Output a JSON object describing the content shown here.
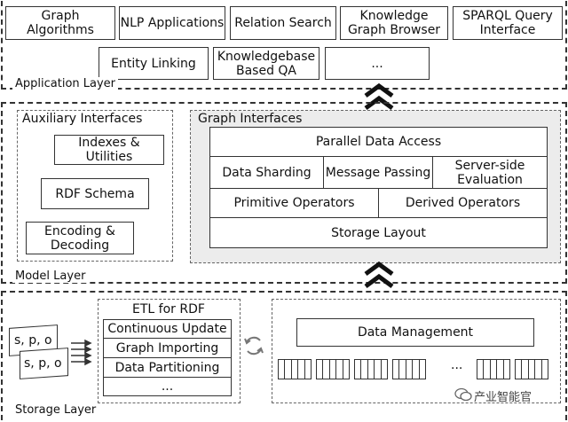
{
  "application_layer": {
    "label": "Application Layer",
    "row1": [
      "Graph Algorithms",
      "NLP Applications",
      "Relation Search",
      "Knowledge Graph Browser",
      "SPARQL Query Interface"
    ],
    "row2": [
      "Entity Linking",
      "Knowledgebase Based QA",
      "..."
    ]
  },
  "model_layer": {
    "label": "Model Layer",
    "auxiliary": {
      "title": "Auxiliary Interfaces",
      "items": [
        "Indexes & Utilities",
        "RDF Schema",
        "Encoding & Decoding"
      ]
    },
    "graph": {
      "title": "Graph Interfaces",
      "parallel": "Parallel Data Access",
      "data_sharding": "Data Sharding",
      "message_passing": "Message Passing",
      "server_side": "Server-side Evaluation",
      "primitive": "Primitive Operators",
      "derived": "Derived Operators",
      "storage_layout": "Storage Layout"
    }
  },
  "storage_layer": {
    "label": "Storage Layer",
    "triples": [
      "s, p, o",
      "s, p, o"
    ],
    "etl": {
      "title": "ETL for RDF",
      "items": [
        "Continuous Update",
        "Graph Importing",
        "Data Partitioning",
        "..."
      ]
    },
    "data_management": "Data Management",
    "ellipsis": "...",
    "watermark": "产业智能官"
  },
  "colors": {
    "graph_panel_bg": "#ececec",
    "border": "#333333"
  },
  "icons": [
    "double-chevron-up-icon",
    "sync-icon",
    "wechat-icon",
    "arrow-right-icon"
  ]
}
